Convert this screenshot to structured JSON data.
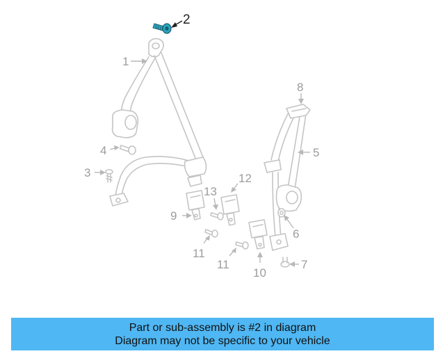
{
  "callouts": [
    {
      "id": "1",
      "label": "1"
    },
    {
      "id": "2",
      "label": "2",
      "highlight": true
    },
    {
      "id": "3",
      "label": "3"
    },
    {
      "id": "4",
      "label": "4"
    },
    {
      "id": "5",
      "label": "5"
    },
    {
      "id": "6",
      "label": "6"
    },
    {
      "id": "7",
      "label": "7"
    },
    {
      "id": "8",
      "label": "8"
    },
    {
      "id": "9",
      "label": "9"
    },
    {
      "id": "10",
      "label": "10"
    },
    {
      "id": "11a",
      "label": "11"
    },
    {
      "id": "11b",
      "label": "11"
    },
    {
      "id": "12",
      "label": "12"
    },
    {
      "id": "13",
      "label": "13"
    }
  ],
  "colors": {
    "highlight_part": "#2aa6bf",
    "banner": "#4fb7f3",
    "line_art": "#c4c4c4"
  },
  "banner": {
    "line1": "Part or sub-assembly is #2 in diagram",
    "line2": "Diagram may not be specific to your vehicle"
  }
}
